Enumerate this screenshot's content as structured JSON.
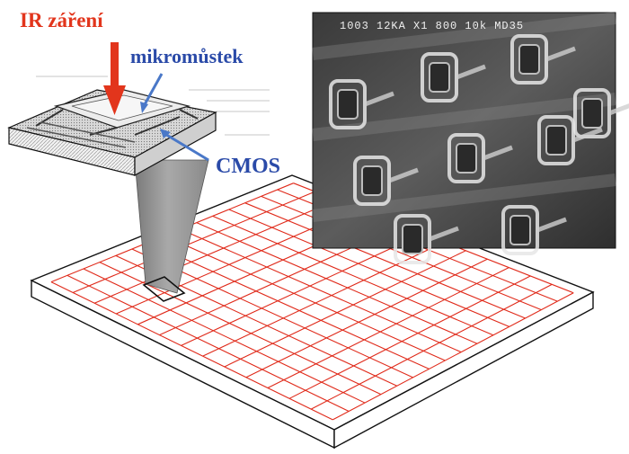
{
  "labels": {
    "ir": "IR záření",
    "bridge": "mikromůstek",
    "cmos": "CMOS"
  },
  "sem": {
    "caption": "1003  12KA  X1 800  10k  MD35"
  },
  "colors": {
    "ir_red": "#e2351c",
    "label_blue": "#2a4aa8",
    "grid_red": "#e02a1a",
    "pointer_blue": "#4a78c8"
  }
}
